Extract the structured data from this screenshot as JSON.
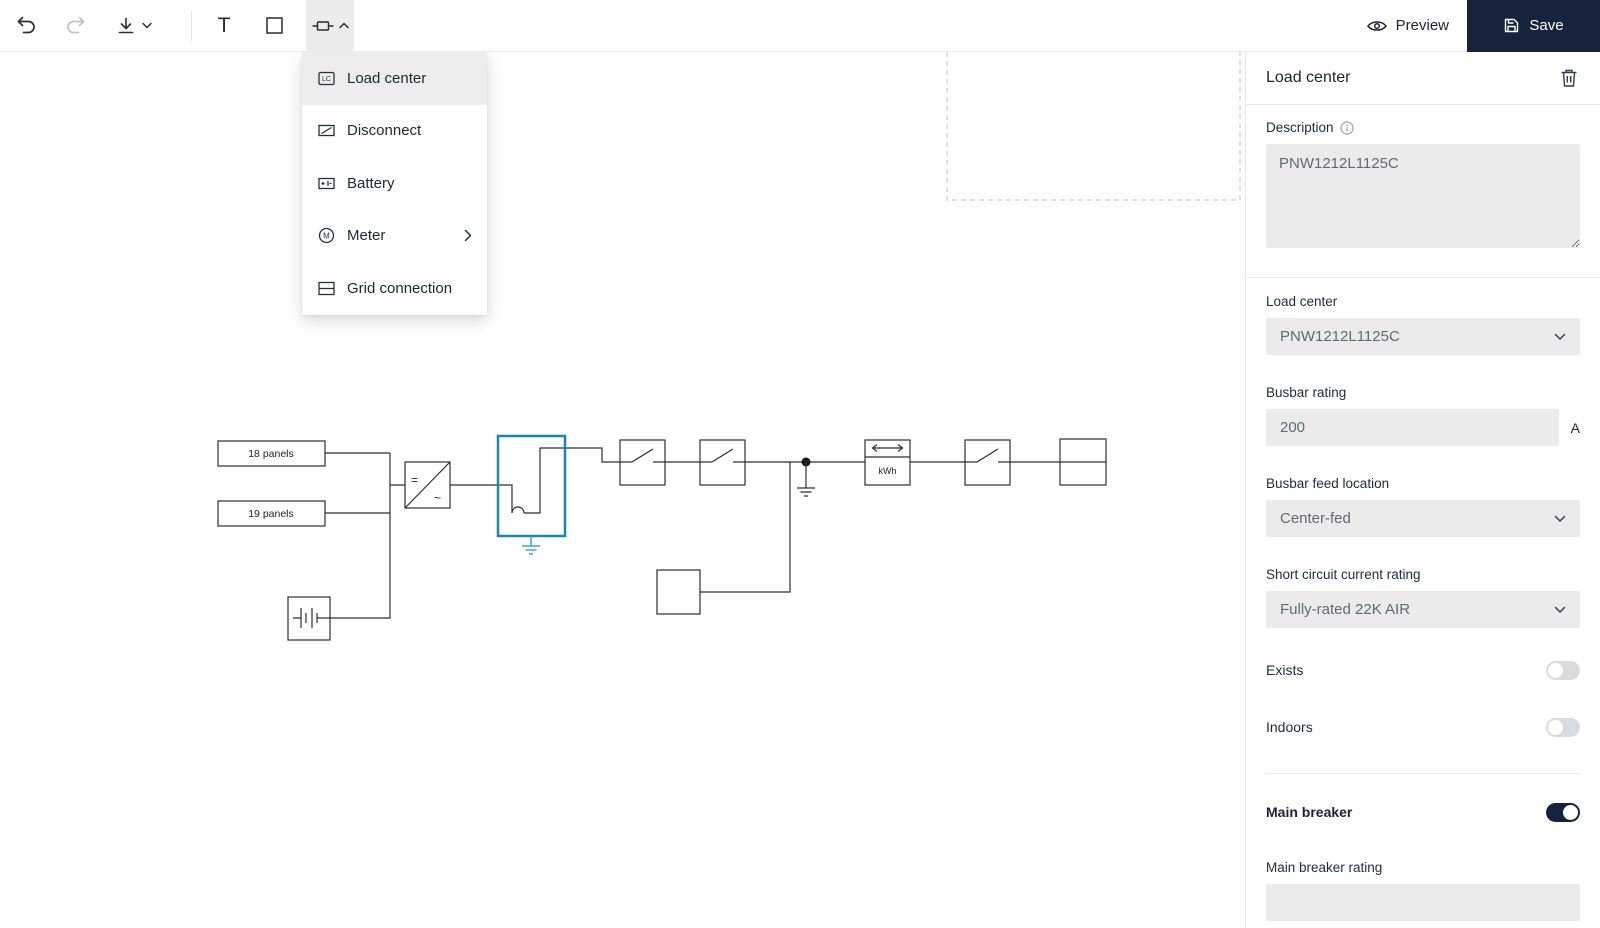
{
  "toolbar": {
    "text_tool_glyph": "T",
    "preview_label": "Preview",
    "save_label": "Save"
  },
  "component_menu": {
    "items": [
      {
        "label": "Load center",
        "icon": "load-center-icon",
        "icon_label": "LC",
        "highlighted": true
      },
      {
        "label": "Disconnect",
        "icon": "disconnect-icon"
      },
      {
        "label": "Battery",
        "icon": "battery-icon"
      },
      {
        "label": "Meter",
        "icon": "meter-icon",
        "icon_label": "M",
        "has_submenu": true
      },
      {
        "label": "Grid connection",
        "icon": "grid-connection-icon"
      }
    ]
  },
  "diagram": {
    "array1_label": "18 panels",
    "array2_label": "19 panels",
    "inverter_dc": "=",
    "inverter_ac": "~",
    "meter_label": "kWh",
    "selected_component": "Load center"
  },
  "properties_panel": {
    "title": "Load center",
    "description_label": "Description",
    "description_value": "PNW1212L1125C",
    "load_center_label": "Load center",
    "load_center_value": "PNW1212L1125C",
    "busbar_rating_label": "Busbar rating",
    "busbar_rating_value": "200",
    "busbar_rating_unit": "A",
    "busbar_feed_label": "Busbar feed location",
    "busbar_feed_value": "Center-fed",
    "sccr_label": "Short circuit current rating",
    "sccr_value": "Fully-rated 22K AIR",
    "exists_label": "Exists",
    "exists_state": "off",
    "indoors_label": "Indoors",
    "indoors_state": "off",
    "main_breaker_label": "Main breaker",
    "main_breaker_state": "on",
    "main_breaker_rating_label": "Main breaker rating",
    "main_breaker_rating_value": ""
  },
  "colors": {
    "selection": "#1b87ad",
    "ground_symbol": "#4da4c4",
    "save_button": "#16233c",
    "toggle_on": "#16233c",
    "field_background": "#ebebeb"
  }
}
